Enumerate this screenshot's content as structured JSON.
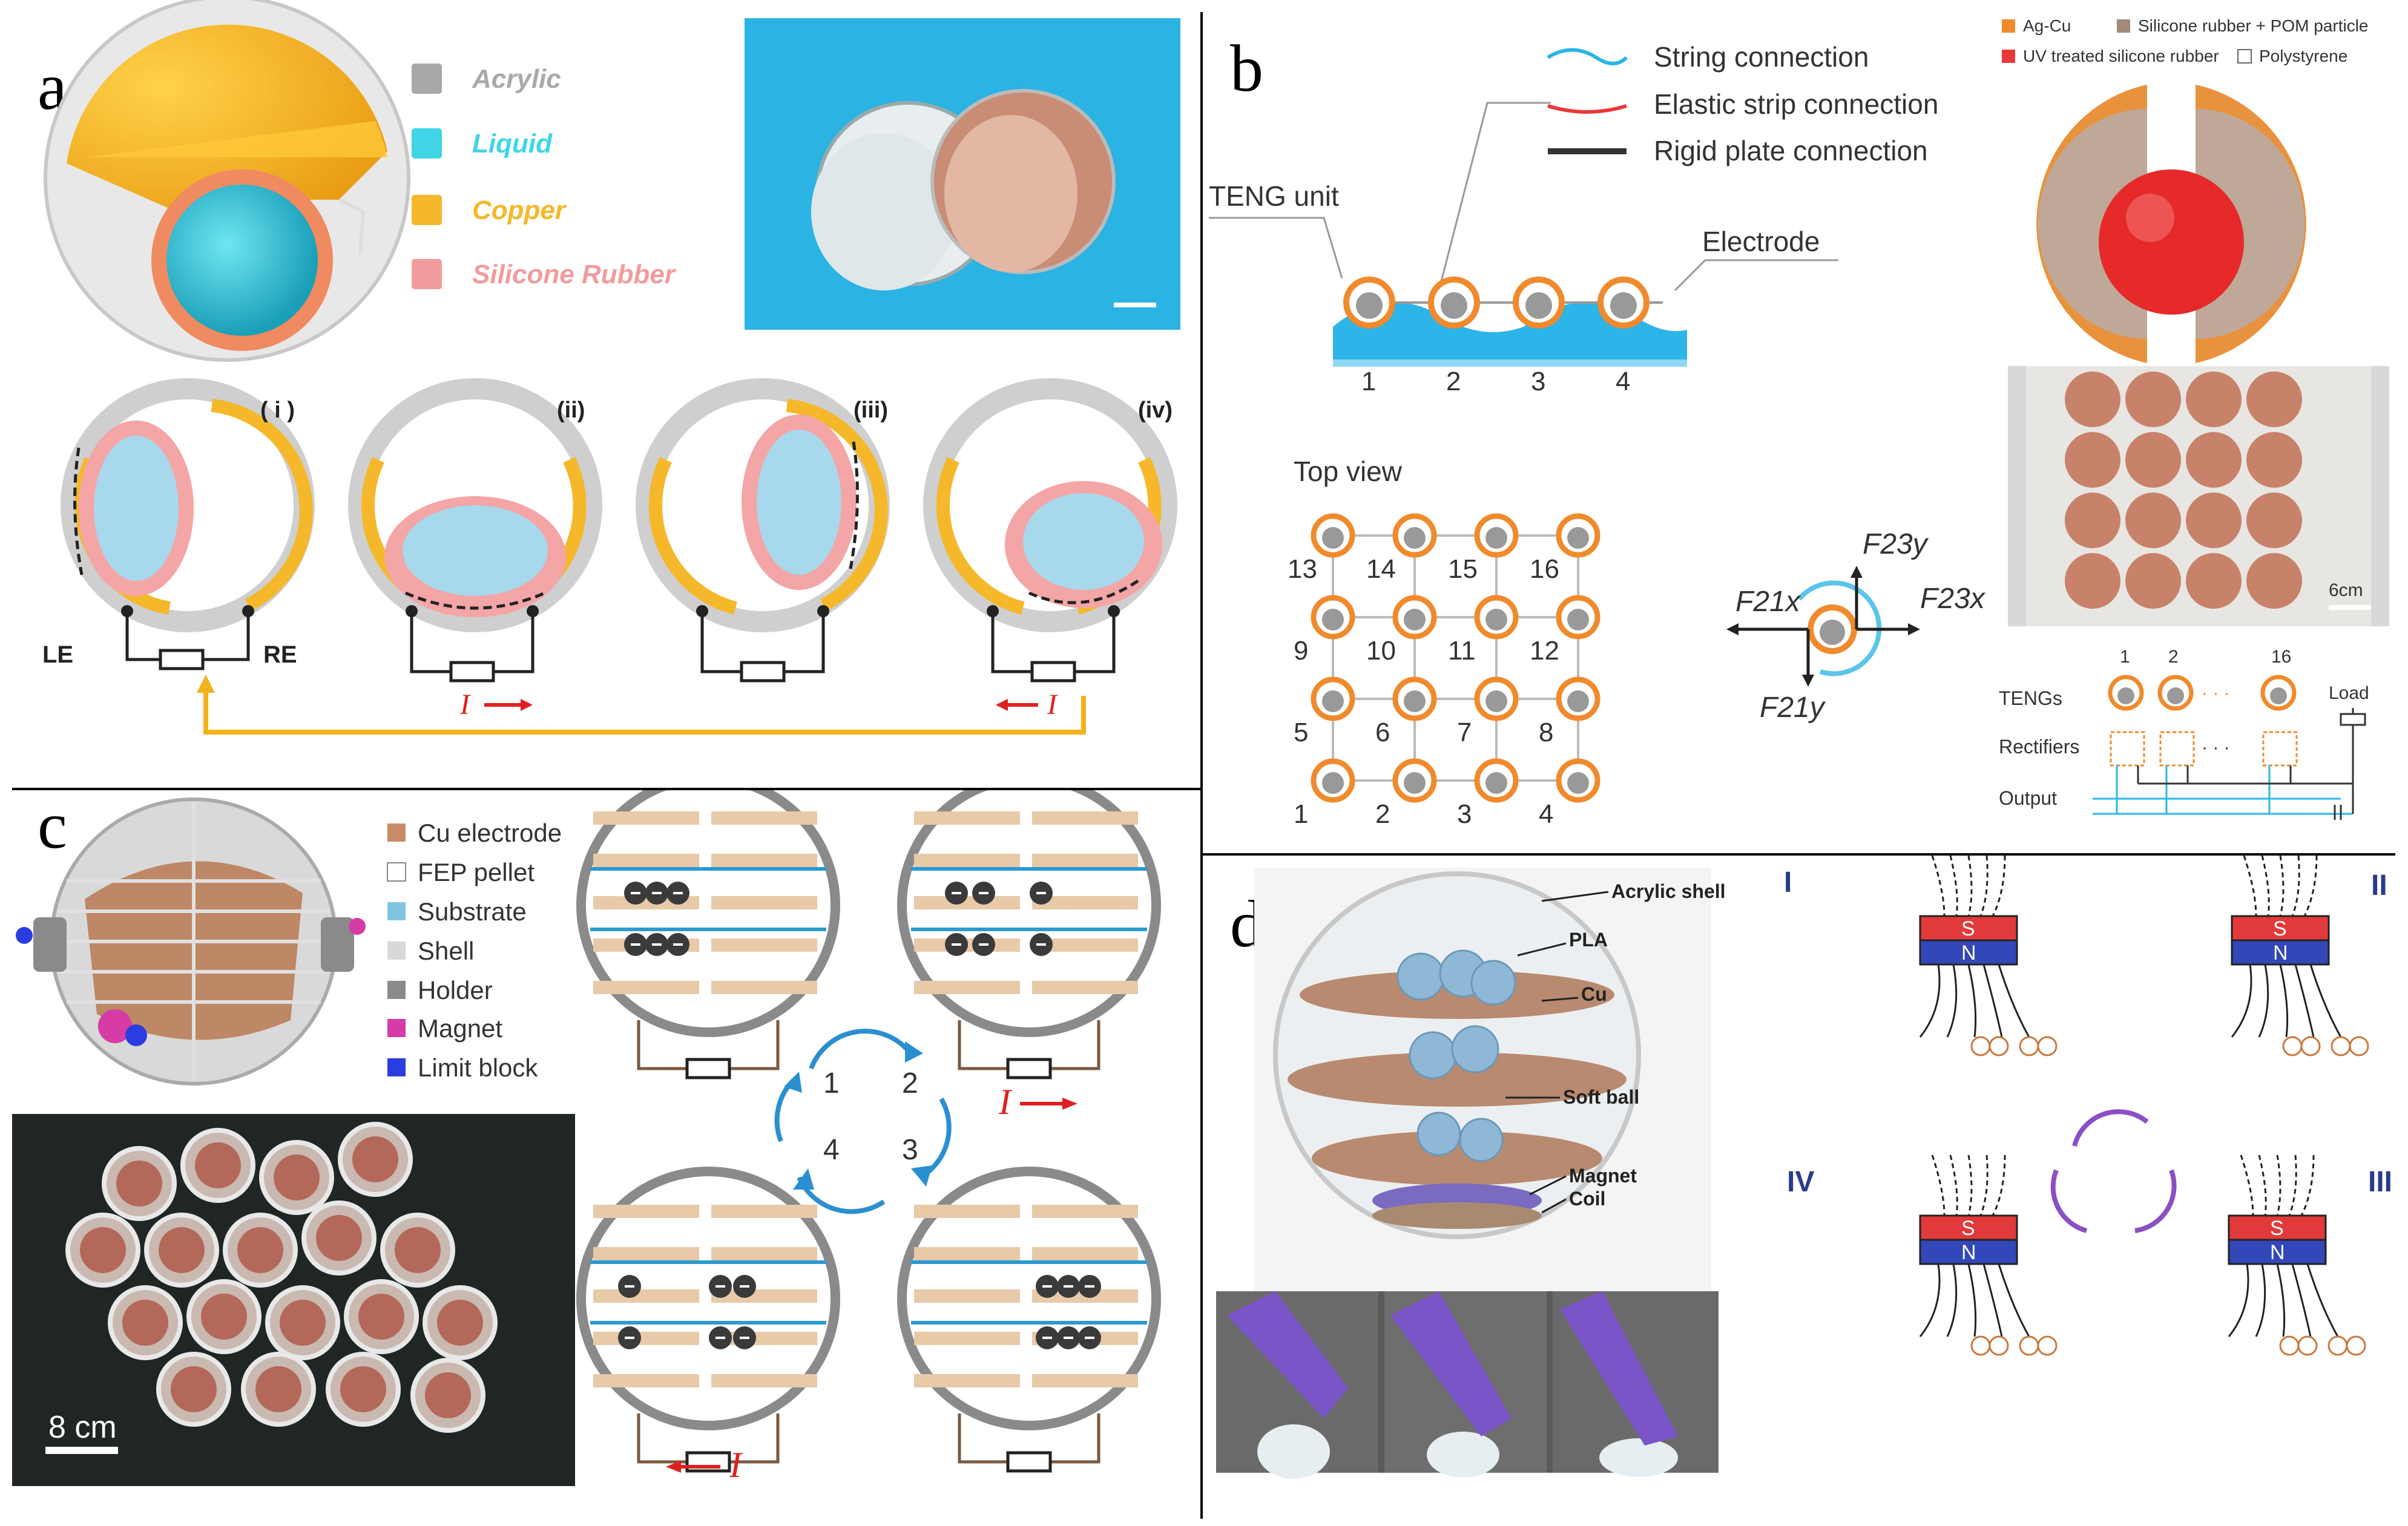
{
  "panels": {
    "a": {
      "letter": "a",
      "legend": [
        {
          "label": "Acrylic",
          "color": "#a9a9a9"
        },
        {
          "label": "Liquid",
          "color": "#3fd5e6"
        },
        {
          "label": "Copper",
          "color": "#f5b82a"
        },
        {
          "label": "Silicone Rubber",
          "color": "#f19c9c"
        }
      ],
      "stages": [
        "( i )",
        "(ii)",
        "(iii)",
        "(iv)"
      ],
      "electrodes": {
        "left": "LE",
        "right": "RE"
      },
      "current": "I"
    },
    "b": {
      "letter": "b",
      "connections": [
        {
          "label": "String connection",
          "color": "#29b6e6"
        },
        {
          "label": "Elastic strip connection",
          "color": "#e8393a"
        },
        {
          "label": "Rigid plate connection",
          "color": "#333333"
        }
      ],
      "teng_unit": "TENG unit",
      "electrode": "Electrode",
      "wave_units": [
        "1",
        "2",
        "3",
        "4"
      ],
      "top_view": "Top view",
      "grid_rows": [
        [
          "13",
          "14",
          "15",
          "16"
        ],
        [
          "9",
          "10",
          "11",
          "12"
        ],
        [
          "5",
          "6",
          "7",
          "8"
        ],
        [
          "1",
          "2",
          "3",
          "4"
        ]
      ],
      "forces": {
        "f23y": "F23y",
        "f21x": "F21x",
        "f23x": "F23x",
        "f21y": "F21y"
      },
      "materials": [
        {
          "label": "Ag-Cu",
          "color": "#f08a2c"
        },
        {
          "label": "Silicone rubber + POM particle",
          "color": "#a08a78"
        },
        {
          "label": "UV treated silicone rubber",
          "color": "#e63a3a"
        },
        {
          "label": "Polystyrene",
          "color": "#ffffff"
        }
      ],
      "photo_scale": "6cm",
      "circuit": {
        "tengs": "TENGs",
        "rectifiers": "Rectifiers",
        "output": "Output",
        "load": "Load",
        "numbers": [
          "1",
          "2",
          "16"
        ],
        "dots": "· · ·"
      }
    },
    "c": {
      "letter": "c",
      "legend": [
        {
          "label": "Cu electrode",
          "color": "#c98a6a"
        },
        {
          "label": "FEP pellet",
          "color": "#ffffff"
        },
        {
          "label": "Substrate",
          "color": "#7fc7e0"
        },
        {
          "label": "Shell",
          "color": "#d8d8d8"
        },
        {
          "label": "Holder",
          "color": "#8a8a8a"
        },
        {
          "label": "Magnet",
          "color": "#d63ba6"
        },
        {
          "label": "Limit block",
          "color": "#2a3de0"
        }
      ],
      "scale_bar": "8 cm",
      "cycle_steps": [
        "1",
        "2",
        "3",
        "4"
      ],
      "current": "I"
    },
    "d": {
      "letter": "d",
      "parts": [
        "Acrylic shell",
        "PLA",
        "Cu",
        "Soft ball",
        "Magnet",
        "Coil"
      ],
      "stages": [
        "I",
        "II",
        "III",
        "IV"
      ],
      "magnet_poles": {
        "south": "S",
        "north": "N"
      }
    }
  },
  "colors": {
    "copper": "#f5b82a",
    "orange": "#f08a2c",
    "acrylic": "#cfcfcf",
    "liquid": "#a8d8ec",
    "silicone": "#f4a5a5",
    "current_arrow": "#e02020",
    "feedback_arrow": "#f2b21c",
    "cycle_blue": "#2a8fd0",
    "magnet_s": "#e23a3a",
    "magnet_n": "#3247b8",
    "cycle_purple": "#8a4fc4",
    "photo_bg": "#2bb3e3"
  }
}
